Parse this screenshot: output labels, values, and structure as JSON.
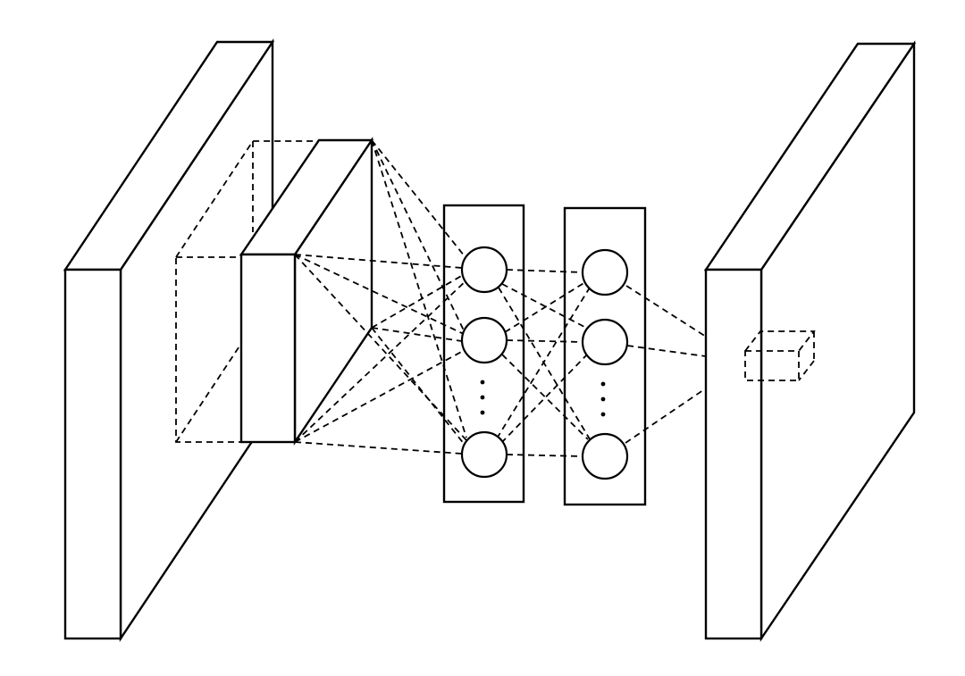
{
  "diagram": {
    "kind": "neural-network-architecture",
    "stroke_color": "#000000",
    "background_color": "#ffffff",
    "components": [
      {
        "id": "input-volume",
        "shape": "slab"
      },
      {
        "id": "receptive-field",
        "shape": "dashed-box"
      },
      {
        "id": "feature-slab",
        "shape": "slab"
      },
      {
        "id": "hidden-layer-1",
        "shape": "node-column",
        "visible_nodes": 3,
        "ellipsis": true
      },
      {
        "id": "hidden-layer-2",
        "shape": "node-column",
        "visible_nodes": 3,
        "ellipsis": true
      },
      {
        "id": "output-volume",
        "shape": "slab"
      },
      {
        "id": "output-voxel",
        "shape": "dashed-cube"
      }
    ]
  }
}
